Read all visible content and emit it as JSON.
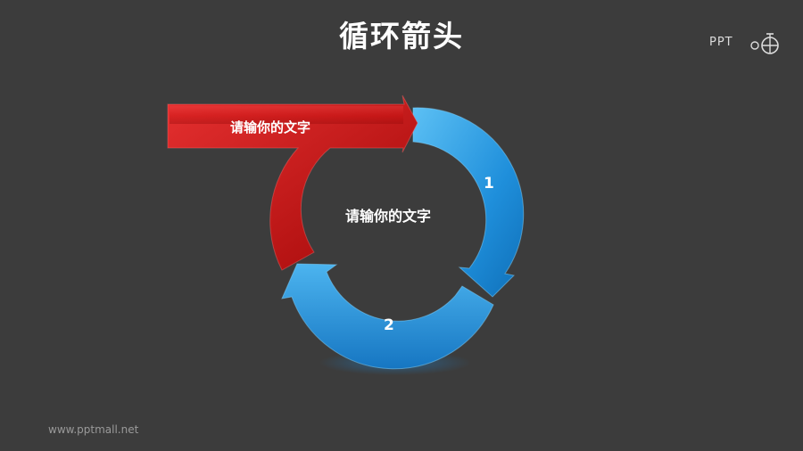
{
  "header": {
    "title": "循环箭头"
  },
  "logo": {
    "text": "PPT"
  },
  "diagram": {
    "input_bar_text": "请输你的文字",
    "center_text": "请输你的文字",
    "step_1": "1",
    "step_2": "2"
  },
  "colors": {
    "background": "#3c3c3c",
    "red_arrow": "#d01010",
    "blue_arrow": "#2b96dd"
  },
  "footer": {
    "url": "www.pptmall.net"
  }
}
